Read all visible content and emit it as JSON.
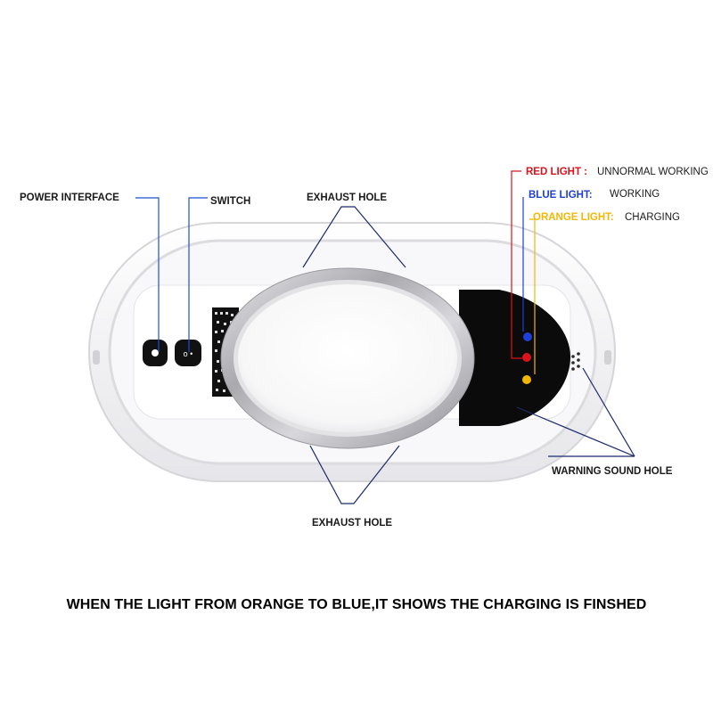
{
  "labels": {
    "power_interface": "POWER INTERFACE",
    "switch": "SWITCH",
    "exhaust_hole_top": "EXHAUST HOLE",
    "exhaust_hole_bottom": "EXHAUST HOLE",
    "warning_sound_hole": "WARNING SOUND HOLE"
  },
  "legend": {
    "red": {
      "name": "RED LIGHT :",
      "meaning": "UNNORMAL WORKING",
      "color": "#d8141c"
    },
    "blue": {
      "name": "BLUE LIGHT:",
      "meaning": "WORKING",
      "color": "#1f3fd6"
    },
    "orange": {
      "name": "ORANGE LIGHT:",
      "meaning": "CHARGING",
      "color": "#f2b705"
    }
  },
  "colors": {
    "leader_blue": "#1d4fd8",
    "leader_navy": "#1b2a6b",
    "device_shell": "#f3f3f5",
    "panel_black": "#0b0b0b"
  },
  "caption": "WHEN THE LIGHT FROM ORANGE TO BLUE,IT SHOWS THE CHARGING IS FINSHED"
}
